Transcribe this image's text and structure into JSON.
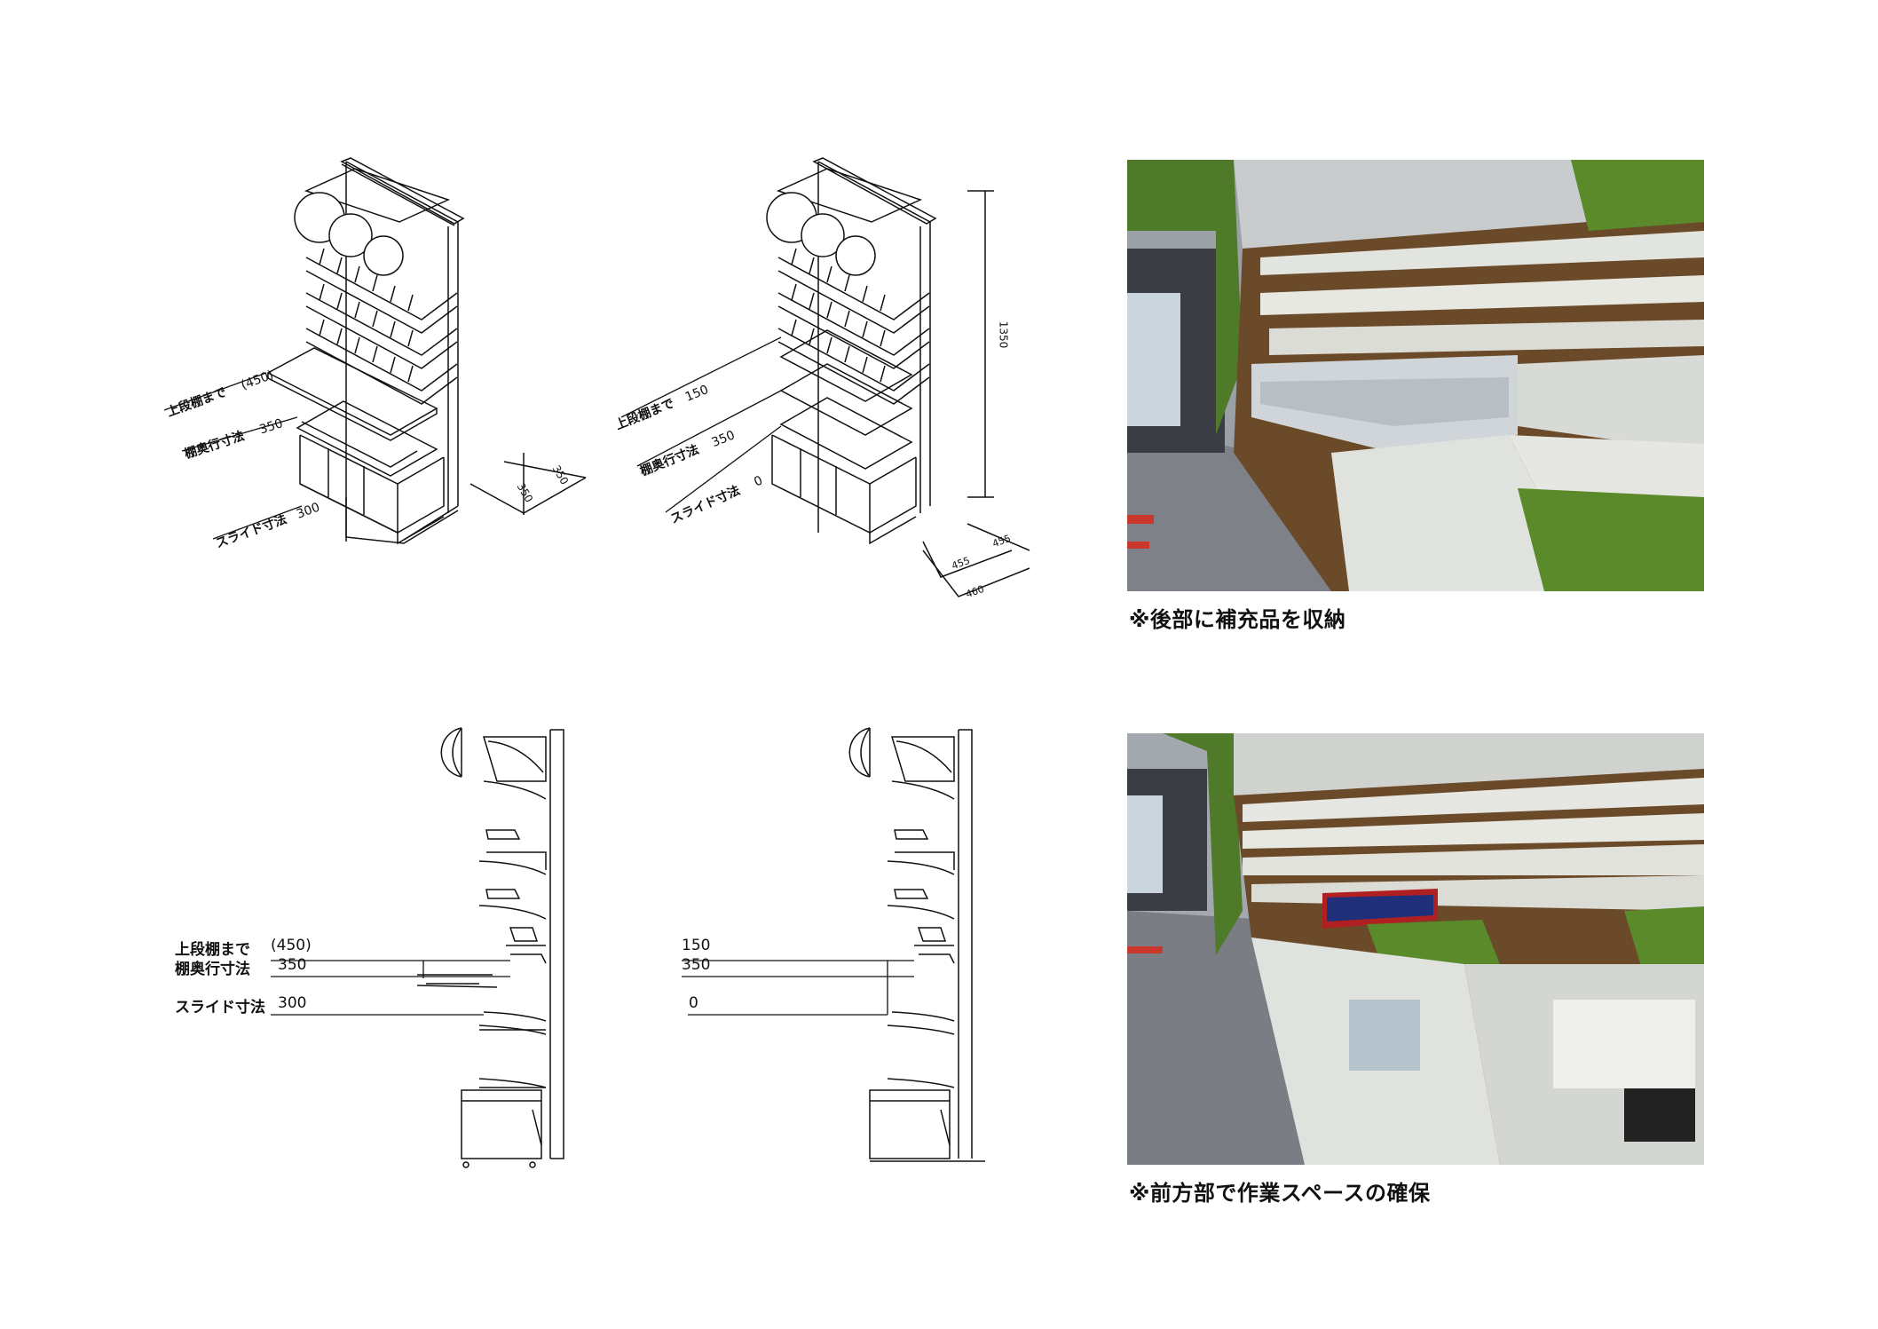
{
  "iso_left": {
    "labels": [
      "上段棚まで",
      "棚奥行寸法",
      "スライド寸法"
    ],
    "values": [
      "(450)",
      "350",
      "300"
    ],
    "dims": [
      "350",
      "350"
    ]
  },
  "iso_right": {
    "labels": [
      "上段棚まで",
      "棚奥行寸法",
      "スライド寸法"
    ],
    "values": [
      "150",
      "350",
      "0"
    ],
    "height": "1350",
    "dims": [
      "455",
      "455",
      "460"
    ]
  },
  "side_left": {
    "labels": [
      "上段棚まで",
      "棚奥行寸法",
      "スライド寸法"
    ],
    "values": [
      "(450)",
      "350",
      "300"
    ]
  },
  "side_right": {
    "values": [
      "150",
      "350",
      "0"
    ]
  },
  "photos": {
    "top_caption": "※後部に補充品を収納",
    "bottom_caption": "※前方部で作業スペースの確保"
  },
  "colors": {
    "line": "#111111",
    "grass": "#5a8a2a",
    "wood": "#6b4a2a",
    "shelf": "#dcdcd6",
    "floor": "#7e8288"
  }
}
